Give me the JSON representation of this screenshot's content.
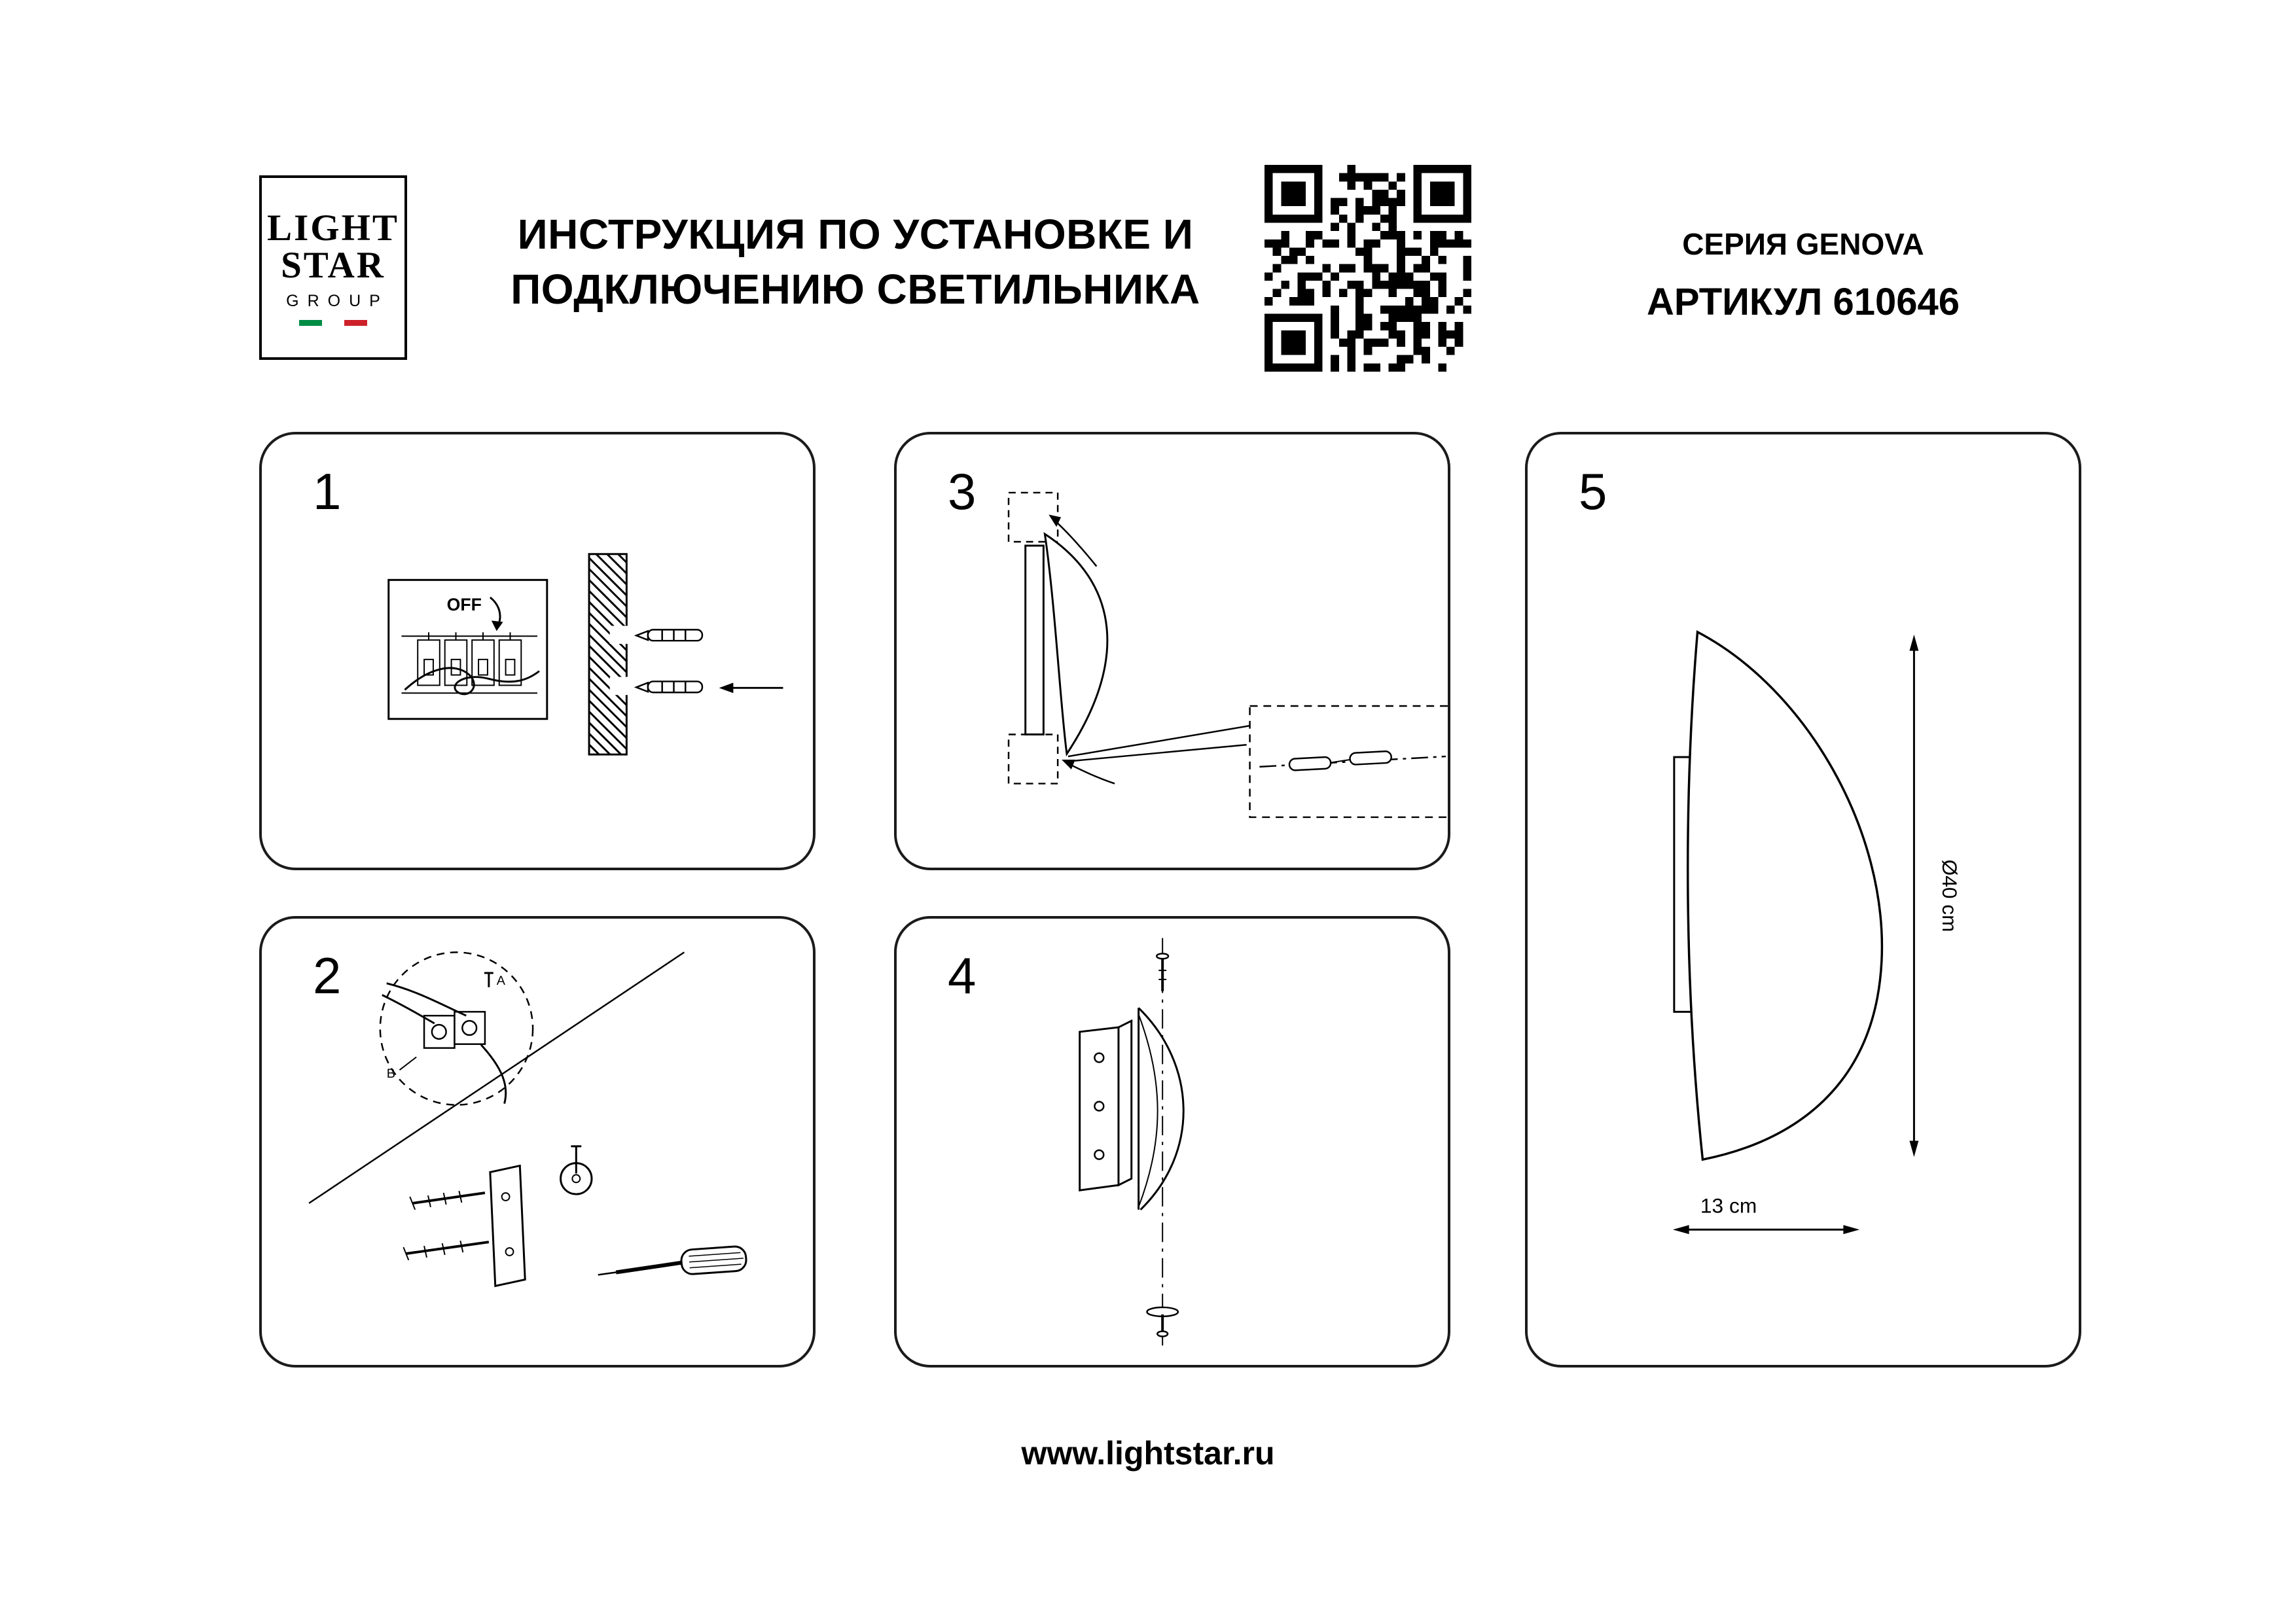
{
  "logo": {
    "word1": "LIGHT",
    "word2": "STAR",
    "word3": "GROUP"
  },
  "header": {
    "title_line1": "ИНСТРУКЦИЯ ПО УСТАНОВКЕ И",
    "title_line2": "ПОДКЛЮЧЕНИЮ СВЕТИЛЬНИКА",
    "series_label": "СЕРИЯ GENOVA",
    "article_label": "АРТИКУЛ 610646"
  },
  "panels": [
    {
      "number": "1"
    },
    {
      "number": "2"
    },
    {
      "number": "3"
    },
    {
      "number": "4"
    },
    {
      "number": "5"
    }
  ],
  "step1": {
    "breaker_label": "OFF"
  },
  "step2": {
    "terminal_label_a": "A",
    "terminal_label_b": "B"
  },
  "step5": {
    "diameter_label": "Ø40 cm",
    "depth_label": "13 cm"
  },
  "footer": {
    "website": "www.lightstar.ru"
  },
  "colors": {
    "ink": "#000000",
    "paper": "#ffffff",
    "flag_green": "#008C45",
    "flag_red": "#CD212A"
  }
}
